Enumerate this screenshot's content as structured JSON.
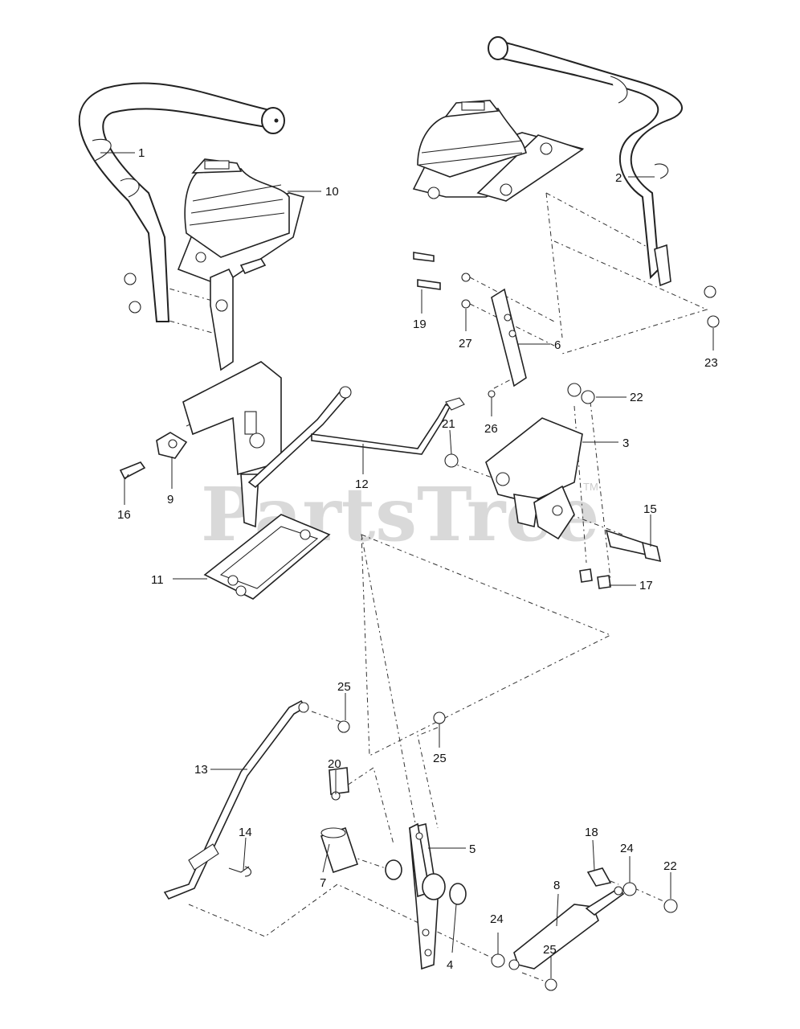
{
  "watermark": {
    "text": "PartsTree",
    "trademark": "TM"
  },
  "callouts": [
    "1",
    "2",
    "3",
    "4",
    "5",
    "6",
    "7",
    "8",
    "9",
    "10",
    "11",
    "12",
    "13",
    "14",
    "15",
    "16",
    "17",
    "18",
    "19",
    "20",
    "21",
    "22",
    "22",
    "23",
    "24",
    "24",
    "25",
    "25",
    "25",
    "26",
    "27"
  ]
}
